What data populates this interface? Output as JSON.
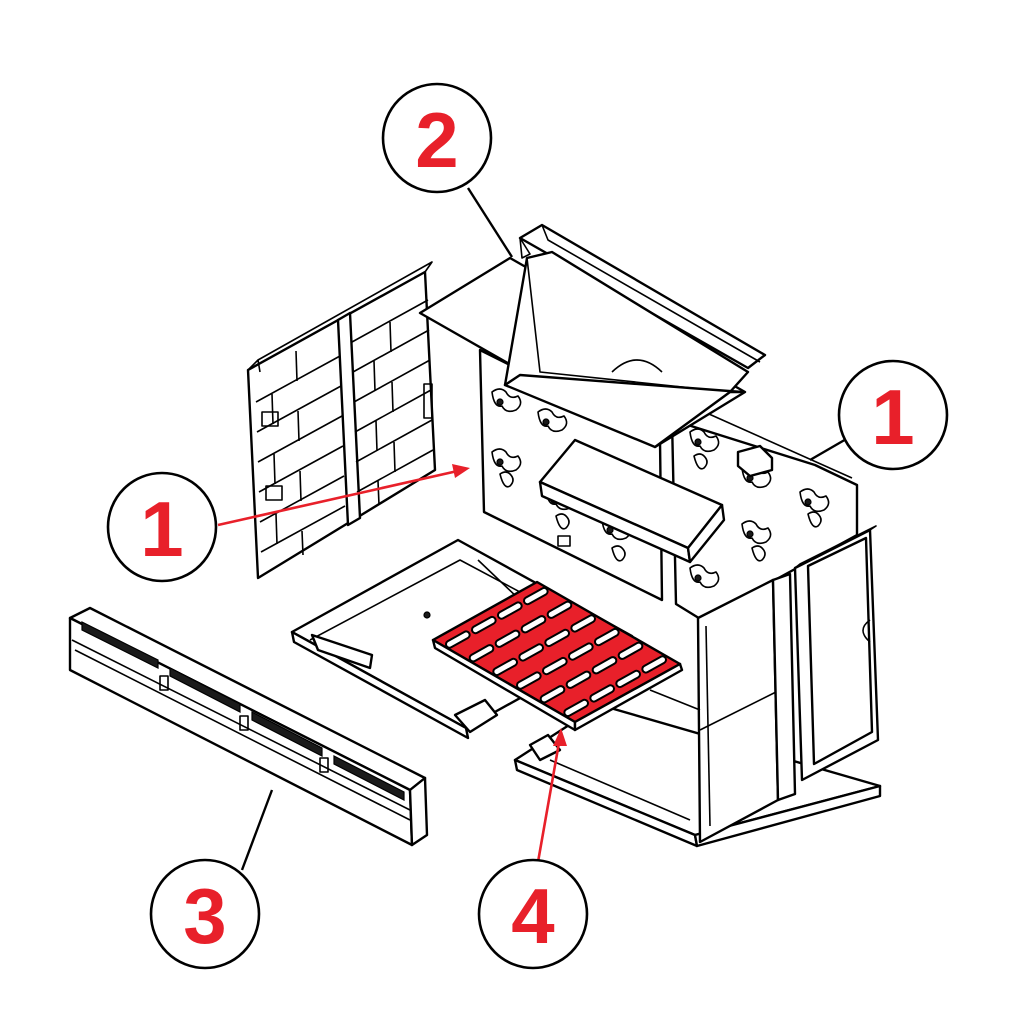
{
  "colors": {
    "accent": "#e8202a",
    "line": "#000000",
    "background": "#ffffff"
  },
  "callouts": [
    {
      "id": "callout-1-left",
      "label": "1"
    },
    {
      "id": "callout-1-right",
      "label": "1"
    },
    {
      "id": "callout-2",
      "label": "2"
    },
    {
      "id": "callout-3",
      "label": "3"
    },
    {
      "id": "callout-4",
      "label": "4"
    }
  ],
  "parts": [
    {
      "name": "side-liner-panel",
      "callout": "1"
    },
    {
      "name": "baffle-plate",
      "callout": "2"
    },
    {
      "name": "front-log-retainer",
      "callout": "3"
    },
    {
      "name": "fire-grate",
      "callout": "4"
    }
  ]
}
